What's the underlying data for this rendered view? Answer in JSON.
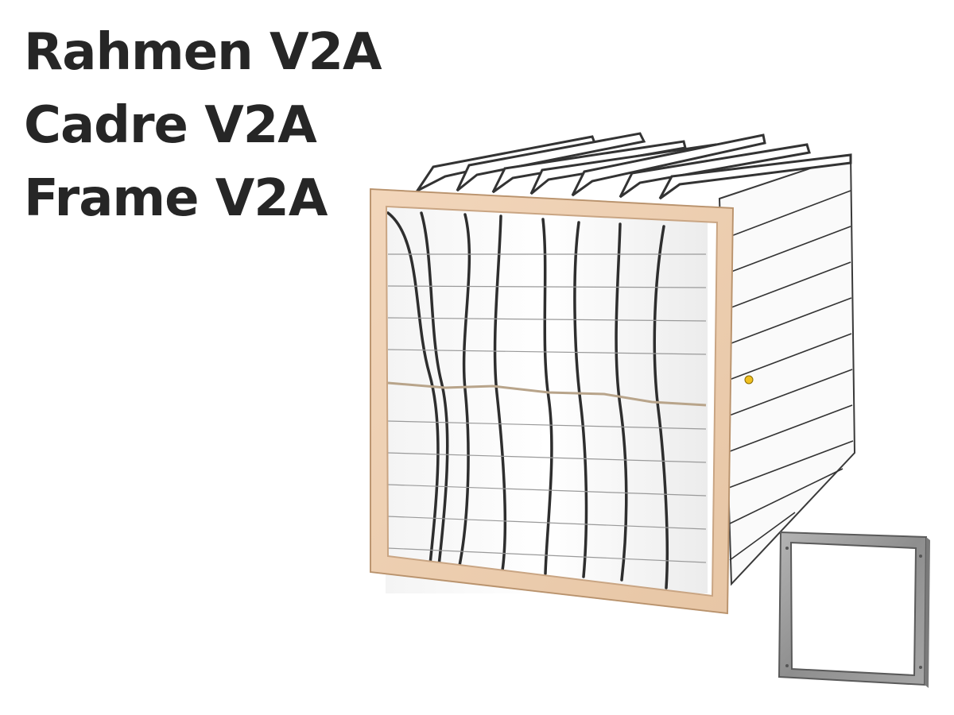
{
  "titles": {
    "german": "Rahmen V2A",
    "french": "Cadre V2A",
    "english": "Frame V2A"
  },
  "colors": {
    "text": "#262626",
    "wood_frame": "#efd2b6",
    "steel_frame": "#9a9a9a",
    "filter_media": "#ffffff",
    "seam": "#2e2e2e"
  },
  "image": {
    "main_subject": "pocket-filter-with-wooden-frame",
    "inset_subject": "stainless-steel-frame"
  }
}
